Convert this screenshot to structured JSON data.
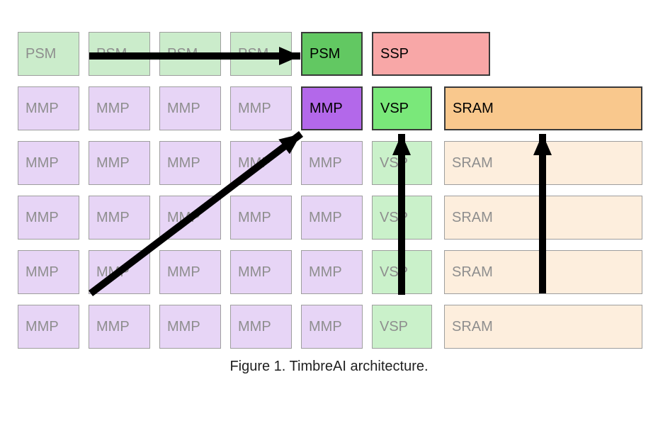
{
  "figure": {
    "caption": "Figure 1. TimbreAI architecture.",
    "background": "#ffffff"
  },
  "palette": {
    "canvas_bg": "#ffffff",
    "psm_dim_bg": "#cbeccb",
    "psm_hi_bg": "#62c862",
    "ssp_bg": "#f8a7a7",
    "mmp_dim_bg": "#e7d5f6",
    "mmp_hi_bg": "#b368ea",
    "vsp_dim_bg": "#caf1ca",
    "vsp_hi_bg": "#7ae87a",
    "sram_dim_bg": "#fdeedd",
    "sram_hi_bg": "#f9c88d",
    "dim_border": "#9e9e9e",
    "hi_border": "#3a3a3a",
    "dim_text": "#8e8e8e",
    "hi_text": "#000000",
    "arrow": "#000000"
  },
  "grid": {
    "rows": [
      {
        "cells": [
          {
            "label": "PSM",
            "kind": "psm",
            "state": "dim"
          },
          {
            "label": "PSM",
            "kind": "psm",
            "state": "dim"
          },
          {
            "label": "PSM",
            "kind": "psm",
            "state": "dim"
          },
          {
            "label": "PSM",
            "kind": "psm",
            "state": "dim"
          },
          {
            "label": "PSM",
            "kind": "psm",
            "state": "hi"
          },
          {
            "label": "SSP",
            "kind": "ssp",
            "state": "hi"
          }
        ]
      },
      {
        "cells": [
          {
            "label": "MMP",
            "kind": "mmp",
            "state": "dim"
          },
          {
            "label": "MMP",
            "kind": "mmp",
            "state": "dim"
          },
          {
            "label": "MMP",
            "kind": "mmp",
            "state": "dim"
          },
          {
            "label": "MMP",
            "kind": "mmp",
            "state": "dim"
          },
          {
            "label": "MMP",
            "kind": "mmp",
            "state": "hi"
          },
          {
            "label": "VSP",
            "kind": "vsp",
            "state": "hi"
          },
          {
            "label": "SRAM",
            "kind": "sram",
            "state": "hi"
          }
        ]
      },
      {
        "cells": [
          {
            "label": "MMP",
            "kind": "mmp",
            "state": "dim"
          },
          {
            "label": "MMP",
            "kind": "mmp",
            "state": "dim"
          },
          {
            "label": "MMP",
            "kind": "mmp",
            "state": "dim"
          },
          {
            "label": "MMP",
            "kind": "mmp",
            "state": "dim"
          },
          {
            "label": "MMP",
            "kind": "mmp",
            "state": "dim"
          },
          {
            "label": "VSP",
            "kind": "vsp",
            "state": "dim"
          },
          {
            "label": "SRAM",
            "kind": "sram",
            "state": "dim"
          }
        ]
      },
      {
        "cells": [
          {
            "label": "MMP",
            "kind": "mmp",
            "state": "dim"
          },
          {
            "label": "MMP",
            "kind": "mmp",
            "state": "dim"
          },
          {
            "label": "MMP",
            "kind": "mmp",
            "state": "dim"
          },
          {
            "label": "MMP",
            "kind": "mmp",
            "state": "dim"
          },
          {
            "label": "MMP",
            "kind": "mmp",
            "state": "dim"
          },
          {
            "label": "VSP",
            "kind": "vsp",
            "state": "dim"
          },
          {
            "label": "SRAM",
            "kind": "sram",
            "state": "dim"
          }
        ]
      },
      {
        "cells": [
          {
            "label": "MMP",
            "kind": "mmp",
            "state": "dim"
          },
          {
            "label": "MMP",
            "kind": "mmp",
            "state": "dim"
          },
          {
            "label": "MMP",
            "kind": "mmp",
            "state": "dim"
          },
          {
            "label": "MMP",
            "kind": "mmp",
            "state": "dim"
          },
          {
            "label": "MMP",
            "kind": "mmp",
            "state": "dim"
          },
          {
            "label": "VSP",
            "kind": "vsp",
            "state": "dim"
          },
          {
            "label": "SRAM",
            "kind": "sram",
            "state": "dim"
          }
        ]
      },
      {
        "cells": [
          {
            "label": "MMP",
            "kind": "mmp",
            "state": "dim"
          },
          {
            "label": "MMP",
            "kind": "mmp",
            "state": "dim"
          },
          {
            "label": "MMP",
            "kind": "mmp",
            "state": "dim"
          },
          {
            "label": "MMP",
            "kind": "mmp",
            "state": "dim"
          },
          {
            "label": "MMP",
            "kind": "mmp",
            "state": "dim"
          },
          {
            "label": "VSP",
            "kind": "vsp",
            "state": "dim"
          },
          {
            "label": "SRAM",
            "kind": "sram",
            "state": "dim"
          }
        ]
      }
    ]
  },
  "arrows": [
    {
      "name": "psm-zoom-arrow",
      "from": "psm-tile-row",
      "to": "active-psm-block",
      "direction": "right"
    },
    {
      "name": "mmp-zoom-arrow",
      "from": "mmp-tile-grid",
      "to": "active-mmp-block",
      "direction": "up-right"
    },
    {
      "name": "vsp-zoom-arrow",
      "from": "vsp-column",
      "to": "active-vsp-block",
      "direction": "up"
    },
    {
      "name": "sram-zoom-arrow",
      "from": "sram-column",
      "to": "active-sram-block",
      "direction": "up"
    }
  ]
}
